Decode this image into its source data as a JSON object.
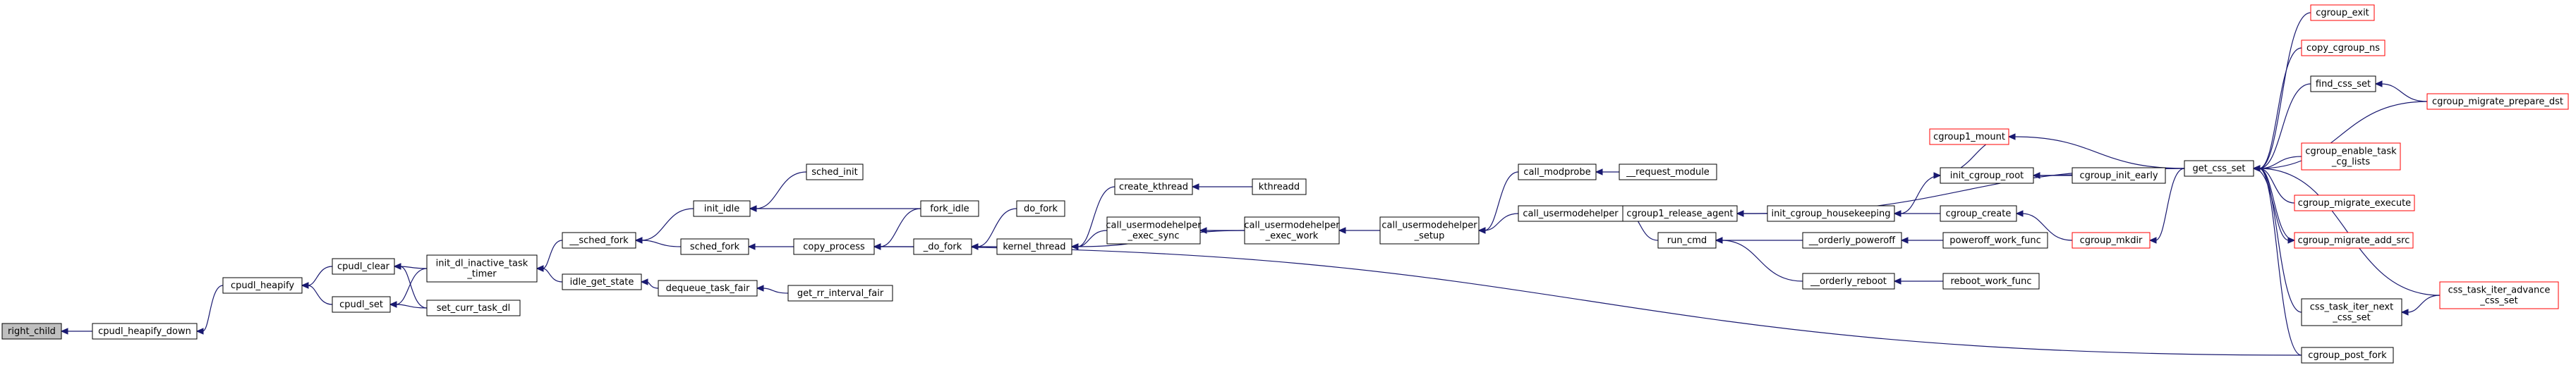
{
  "graph": {
    "colors": {
      "edge": "#191970",
      "normal_border": "#000000",
      "truncated_border": "#ff0000",
      "root_fill": "#bfbfbf",
      "node_fill": "#ffffff"
    },
    "nodes": [
      {
        "id": "right_child",
        "lines": [
          "right_child"
        ],
        "style": "root"
      },
      {
        "id": "cpudl_heapify_down",
        "lines": [
          "cpudl_heapify_down"
        ],
        "style": "normal"
      },
      {
        "id": "cpudl_heapify",
        "lines": [
          "cpudl_heapify"
        ],
        "style": "normal"
      },
      {
        "id": "cpudl_clear",
        "lines": [
          "cpudl_clear"
        ],
        "style": "normal"
      },
      {
        "id": "cpudl_set",
        "lines": [
          "cpudl_set"
        ],
        "style": "normal"
      },
      {
        "id": "init_dl_inactive_task_timer",
        "lines": [
          "init_dl_inactive_task",
          "_timer"
        ],
        "style": "normal"
      },
      {
        "id": "set_curr_task_dl",
        "lines": [
          "set_curr_task_dl"
        ],
        "style": "normal"
      },
      {
        "id": "__sched_fork",
        "lines": [
          "__sched_fork"
        ],
        "style": "normal"
      },
      {
        "id": "idle_get_state",
        "lines": [
          "idle_get_state"
        ],
        "style": "normal"
      },
      {
        "id": "init_idle",
        "lines": [
          "init_idle"
        ],
        "style": "normal"
      },
      {
        "id": "sched_fork",
        "lines": [
          "sched_fork"
        ],
        "style": "normal"
      },
      {
        "id": "dequeue_task_fair",
        "lines": [
          "dequeue_task_fair"
        ],
        "style": "normal"
      },
      {
        "id": "sched_init",
        "lines": [
          "sched_init"
        ],
        "style": "normal"
      },
      {
        "id": "copy_process",
        "lines": [
          "copy_process"
        ],
        "style": "normal"
      },
      {
        "id": "get_rr_interval_fair",
        "lines": [
          "get_rr_interval_fair"
        ],
        "style": "normal"
      },
      {
        "id": "fork_idle",
        "lines": [
          "fork_idle"
        ],
        "style": "normal"
      },
      {
        "id": "_do_fork",
        "lines": [
          "_do_fork"
        ],
        "style": "normal"
      },
      {
        "id": "do_fork",
        "lines": [
          "do_fork"
        ],
        "style": "normal"
      },
      {
        "id": "kernel_thread",
        "lines": [
          "kernel_thread"
        ],
        "style": "normal"
      },
      {
        "id": "create_kthread",
        "lines": [
          "create_kthread"
        ],
        "style": "normal"
      },
      {
        "id": "call_usermodehelper_exec_sync",
        "lines": [
          "call_usermodehelper",
          "_exec_sync"
        ],
        "style": "normal"
      },
      {
        "id": "kthreadd",
        "lines": [
          "kthreadd"
        ],
        "style": "normal"
      },
      {
        "id": "call_usermodehelper_exec_work",
        "lines": [
          "call_usermodehelper",
          "_exec_work"
        ],
        "style": "normal"
      },
      {
        "id": "call_usermodehelper_setup",
        "lines": [
          "call_usermodehelper",
          "_setup"
        ],
        "style": "normal"
      },
      {
        "id": "call_modprobe",
        "lines": [
          "call_modprobe"
        ],
        "style": "normal"
      },
      {
        "id": "call_usermodehelper",
        "lines": [
          "call_usermodehelper"
        ],
        "style": "normal"
      },
      {
        "id": "__request_module",
        "lines": [
          "__request_module"
        ],
        "style": "normal"
      },
      {
        "id": "cgroup1_release_agent",
        "lines": [
          "cgroup1_release_agent"
        ],
        "style": "normal"
      },
      {
        "id": "run_cmd",
        "lines": [
          "run_cmd"
        ],
        "style": "normal"
      },
      {
        "id": "init_cgroup_housekeeping",
        "lines": [
          "init_cgroup_housekeeping"
        ],
        "style": "normal"
      },
      {
        "id": "__orderly_poweroff",
        "lines": [
          "__orderly_poweroff"
        ],
        "style": "normal"
      },
      {
        "id": "__orderly_reboot",
        "lines": [
          "__orderly_reboot"
        ],
        "style": "normal"
      },
      {
        "id": "cgroup1_mount",
        "lines": [
          "cgroup1_mount"
        ],
        "style": "truncated"
      },
      {
        "id": "init_cgroup_root",
        "lines": [
          "init_cgroup_root"
        ],
        "style": "normal"
      },
      {
        "id": "cgroup_create",
        "lines": [
          "cgroup_create"
        ],
        "style": "normal"
      },
      {
        "id": "poweroff_work_func",
        "lines": [
          "poweroff_work_func"
        ],
        "style": "normal"
      },
      {
        "id": "reboot_work_func",
        "lines": [
          "reboot_work_func"
        ],
        "style": "normal"
      },
      {
        "id": "cgroup_init_early",
        "lines": [
          "cgroup_init_early"
        ],
        "style": "normal"
      },
      {
        "id": "cgroup_mkdir",
        "lines": [
          "cgroup_mkdir"
        ],
        "style": "truncated"
      },
      {
        "id": "get_css_set",
        "lines": [
          "get_css_set"
        ],
        "style": "normal"
      },
      {
        "id": "cgroup_exit",
        "lines": [
          "cgroup_exit"
        ],
        "style": "truncated"
      },
      {
        "id": "copy_cgroup_ns",
        "lines": [
          "copy_cgroup_ns"
        ],
        "style": "truncated"
      },
      {
        "id": "find_css_set",
        "lines": [
          "find_css_set"
        ],
        "style": "normal"
      },
      {
        "id": "cgroup_enable_task_cg_lists",
        "lines": [
          "cgroup_enable_task",
          "_cg_lists"
        ],
        "style": "truncated"
      },
      {
        "id": "cgroup_migrate_execute",
        "lines": [
          "cgroup_migrate_execute"
        ],
        "style": "truncated"
      },
      {
        "id": "cgroup_migrate_add_src",
        "lines": [
          "cgroup_migrate_add_src"
        ],
        "style": "truncated"
      },
      {
        "id": "css_task_iter_next_css_set",
        "lines": [
          "css_task_iter_next",
          "_css_set"
        ],
        "style": "normal"
      },
      {
        "id": "cgroup_post_fork",
        "lines": [
          "cgroup_post_fork"
        ],
        "style": "normal"
      },
      {
        "id": "cgroup_migrate_prepare_dst",
        "lines": [
          "cgroup_migrate_prepare_dst"
        ],
        "style": "truncated"
      },
      {
        "id": "css_task_iter_advance_css_set",
        "lines": [
          "css_task_iter_advance",
          "_css_set"
        ],
        "style": "truncated"
      }
    ],
    "edges": [
      [
        "right_child",
        "cpudl_heapify_down"
      ],
      [
        "cpudl_heapify_down",
        "cpudl_heapify"
      ],
      [
        "cpudl_heapify",
        "cpudl_clear"
      ],
      [
        "cpudl_heapify",
        "cpudl_set"
      ],
      [
        "cpudl_clear",
        "init_dl_inactive_task_timer"
      ],
      [
        "cpudl_clear",
        "set_curr_task_dl"
      ],
      [
        "cpudl_set",
        "init_dl_inactive_task_timer"
      ],
      [
        "cpudl_set",
        "set_curr_task_dl"
      ],
      [
        "init_dl_inactive_task_timer",
        "__sched_fork"
      ],
      [
        "init_dl_inactive_task_timer",
        "idle_get_state"
      ],
      [
        "__sched_fork",
        "init_idle"
      ],
      [
        "__sched_fork",
        "sched_fork"
      ],
      [
        "idle_get_state",
        "dequeue_task_fair"
      ],
      [
        "init_idle",
        "sched_init"
      ],
      [
        "init_idle",
        "fork_idle"
      ],
      [
        "sched_fork",
        "copy_process"
      ],
      [
        "dequeue_task_fair",
        "get_rr_interval_fair"
      ],
      [
        "copy_process",
        "fork_idle"
      ],
      [
        "copy_process",
        "_do_fork"
      ],
      [
        "copy_process",
        "cgroup_post_fork"
      ],
      [
        "_do_fork",
        "do_fork"
      ],
      [
        "_do_fork",
        "kernel_thread"
      ],
      [
        "kernel_thread",
        "create_kthread"
      ],
      [
        "kernel_thread",
        "call_usermodehelper_exec_sync"
      ],
      [
        "kernel_thread",
        "call_usermodehelper_exec_work"
      ],
      [
        "create_kthread",
        "kthreadd"
      ],
      [
        "call_usermodehelper_exec_sync",
        "call_usermodehelper_exec_work"
      ],
      [
        "call_usermodehelper_exec_work",
        "call_usermodehelper_setup"
      ],
      [
        "call_usermodehelper_setup",
        "call_modprobe"
      ],
      [
        "call_usermodehelper_setup",
        "call_usermodehelper"
      ],
      [
        "call_modprobe",
        "__request_module"
      ],
      [
        "call_usermodehelper",
        "cgroup1_release_agent"
      ],
      [
        "call_usermodehelper",
        "run_cmd"
      ],
      [
        "cgroup1_release_agent",
        "init_cgroup_housekeeping"
      ],
      [
        "cgroup1_release_agent",
        "get_css_set"
      ],
      [
        "init_cgroup_housekeeping",
        "init_cgroup_root"
      ],
      [
        "init_cgroup_housekeeping",
        "cgroup_create"
      ],
      [
        "run_cmd",
        "__orderly_poweroff"
      ],
      [
        "run_cmd",
        "__orderly_reboot"
      ],
      [
        "__orderly_poweroff",
        "poweroff_work_func"
      ],
      [
        "__orderly_reboot",
        "reboot_work_func"
      ],
      [
        "init_cgroup_root",
        "cgroup1_mount"
      ],
      [
        "init_cgroup_root",
        "cgroup_init_early"
      ],
      [
        "init_cgroup_root",
        "get_css_set"
      ],
      [
        "cgroup_create",
        "cgroup_mkdir"
      ],
      [
        "cgroup1_mount",
        "get_css_set"
      ],
      [
        "cgroup_mkdir",
        "get_css_set"
      ],
      [
        "get_css_set",
        "cgroup_exit"
      ],
      [
        "get_css_set",
        "copy_cgroup_ns"
      ],
      [
        "get_css_set",
        "find_css_set"
      ],
      [
        "get_css_set",
        "cgroup_migrate_prepare_dst"
      ],
      [
        "get_css_set",
        "cgroup_enable_task_cg_lists"
      ],
      [
        "get_css_set",
        "cgroup_migrate_execute"
      ],
      [
        "get_css_set",
        "cgroup_migrate_add_src"
      ],
      [
        "get_css_set",
        "css_task_iter_next_css_set"
      ],
      [
        "get_css_set",
        "css_task_iter_advance_css_set"
      ],
      [
        "get_css_set",
        "cgroup_post_fork"
      ],
      [
        "find_css_set",
        "cgroup_migrate_prepare_dst"
      ],
      [
        "cgroup_migrate_add_src",
        "get_css_set"
      ],
      [
        "css_task_iter_next_css_set",
        "css_task_iter_advance_css_set"
      ]
    ]
  }
}
